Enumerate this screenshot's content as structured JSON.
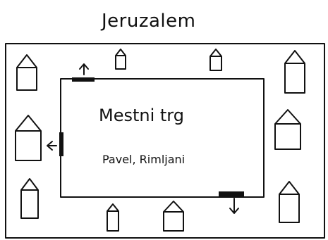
{
  "title": "Jeruzalem",
  "square": {
    "name": "Mestni trg",
    "people": "Pavel,  Rimljani"
  },
  "houses": [
    {
      "id": "house-1",
      "w": 28,
      "h": 50
    },
    {
      "id": "house-2",
      "w": 14,
      "h": 28
    },
    {
      "id": "house-3",
      "w": 16,
      "h": 30
    },
    {
      "id": "house-4",
      "w": 28,
      "h": 60
    },
    {
      "id": "house-5",
      "w": 36,
      "h": 64
    },
    {
      "id": "house-6",
      "w": 36,
      "h": 56
    },
    {
      "id": "house-7",
      "w": 24,
      "h": 56
    },
    {
      "id": "house-8",
      "w": 28,
      "h": 58
    },
    {
      "id": "house-9",
      "w": 16,
      "h": 38
    },
    {
      "id": "house-10",
      "w": 28,
      "h": 42
    }
  ],
  "exits": [
    {
      "id": "exit-top",
      "arrow": "up"
    },
    {
      "id": "exit-left",
      "arrow": "left"
    },
    {
      "id": "exit-bottom",
      "arrow": "down"
    }
  ]
}
